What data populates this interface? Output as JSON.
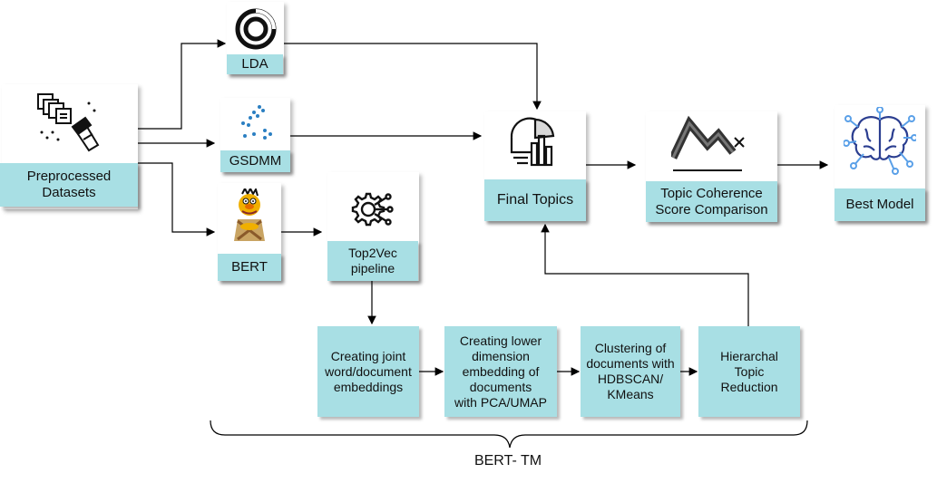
{
  "nodes": {
    "preprocessed": "Preprocessed\nDatasets",
    "lda": "LDA",
    "gsdmm": "GSDMM",
    "bert": "BERT",
    "top2vec": "Top2Vec\npipeline",
    "final_topics": "Final Topics",
    "coherence": "Topic Coherence\nScore Comparison",
    "best_model": "Best Model"
  },
  "steps": [
    "Creating joint\nword/document\nembeddings",
    "Creating lower\ndimension\nembedding of\ndocuments\nwith PCA/UMAP",
    "Clustering of\ndocuments with\nHDBSCAN/\nKMeans",
    "Hierarchal\nTopic\nReduction"
  ],
  "brace_label": "BERT- TM",
  "icons": [
    "dataset-cleaning-icon",
    "lda-logo-icon",
    "scatter-dots-icon",
    "bert-character-icon",
    "gear-network-icon",
    "chart-analysis-icon",
    "line-trend-icon",
    "brain-circuit-icon"
  ],
  "colors": {
    "box_fill": "#a8dfe4",
    "line": "#000000"
  }
}
